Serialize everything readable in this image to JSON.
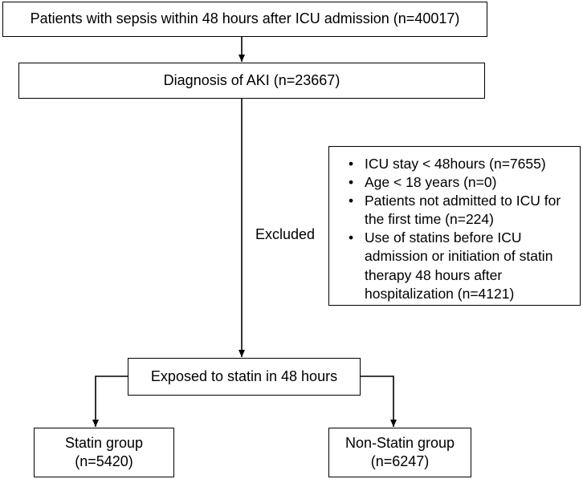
{
  "boxes": {
    "top": "Patients with sepsis within 48 hours after ICU admission (n=40017)",
    "aki": "Diagnosis of AKI (n=23667)",
    "exposed": "Exposed to statin in 48 hours",
    "statin_name": "Statin group",
    "statin_n": "(n=5420)",
    "nonstatin_name": "Non-Statin group",
    "nonstatin_n": "(n=6247)"
  },
  "excluded_label": "Excluded",
  "exclusions": [
    "ICU stay < 48hours (n=7655)",
    "Age < 18 years (n=0)",
    "Patients not admitted to ICU for the first time (n=224)",
    "Use of statins before ICU admission or initiation of statin therapy 48 hours after hospitalization (n=4121)"
  ]
}
